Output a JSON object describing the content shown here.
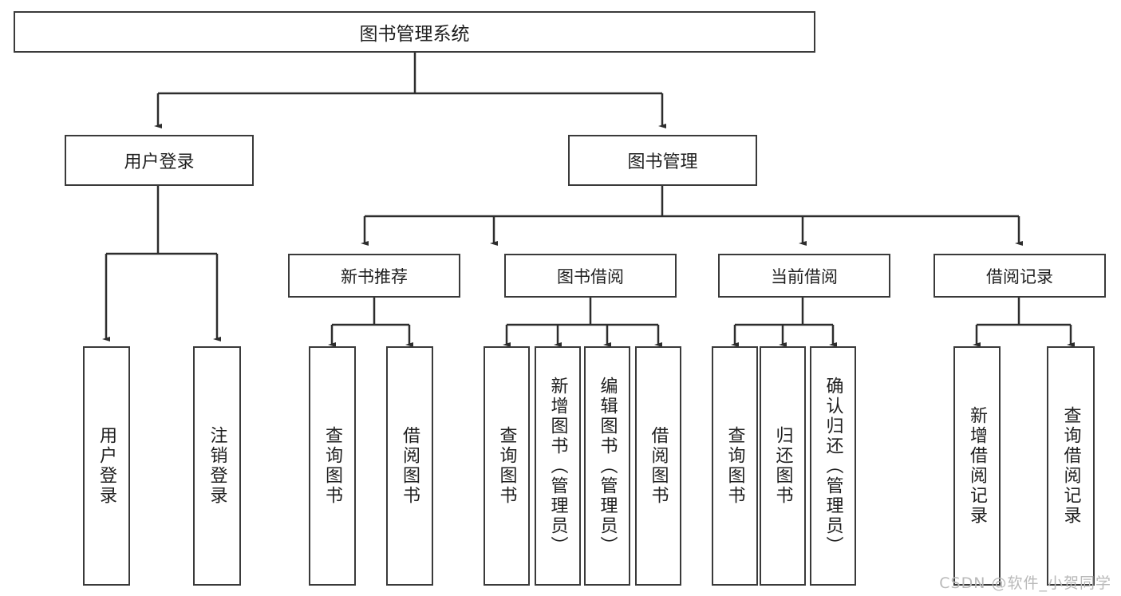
{
  "diagram": {
    "title": "图书管理系统",
    "type": "tree",
    "root": {
      "label": "图书管理系统"
    },
    "level2": [
      {
        "label": "用户登录"
      },
      {
        "label": "图书管理"
      }
    ],
    "level3": [
      {
        "label": "新书推荐"
      },
      {
        "label": "图书借阅"
      },
      {
        "label": "当前借阅"
      },
      {
        "label": "借阅记录"
      }
    ],
    "leaves": {
      "user_login": [
        {
          "label": "用户登录"
        },
        {
          "label": "注销登录"
        }
      ],
      "new_book_recommend": [
        {
          "label": "查询图书"
        },
        {
          "label": "借阅图书"
        }
      ],
      "book_borrow": [
        {
          "label": "查询图书"
        },
        {
          "label": "新增图书（管理员）"
        },
        {
          "label": "编辑图书（管理员）"
        },
        {
          "label": "借阅图书"
        }
      ],
      "current_borrow": [
        {
          "label": "查询图书"
        },
        {
          "label": "归还图书"
        },
        {
          "label": "确认归还（管理员）"
        }
      ],
      "borrow_record": [
        {
          "label": "新增借阅记录"
        },
        {
          "label": "查询借阅记录"
        }
      ]
    },
    "colors": {
      "stroke": "#3a3a3a",
      "fill": "#ffffff",
      "text": "#1f1f1f",
      "watermark": "#b9b9b9"
    }
  },
  "watermark": {
    "text": "CSDN @软件_小贺同学"
  }
}
